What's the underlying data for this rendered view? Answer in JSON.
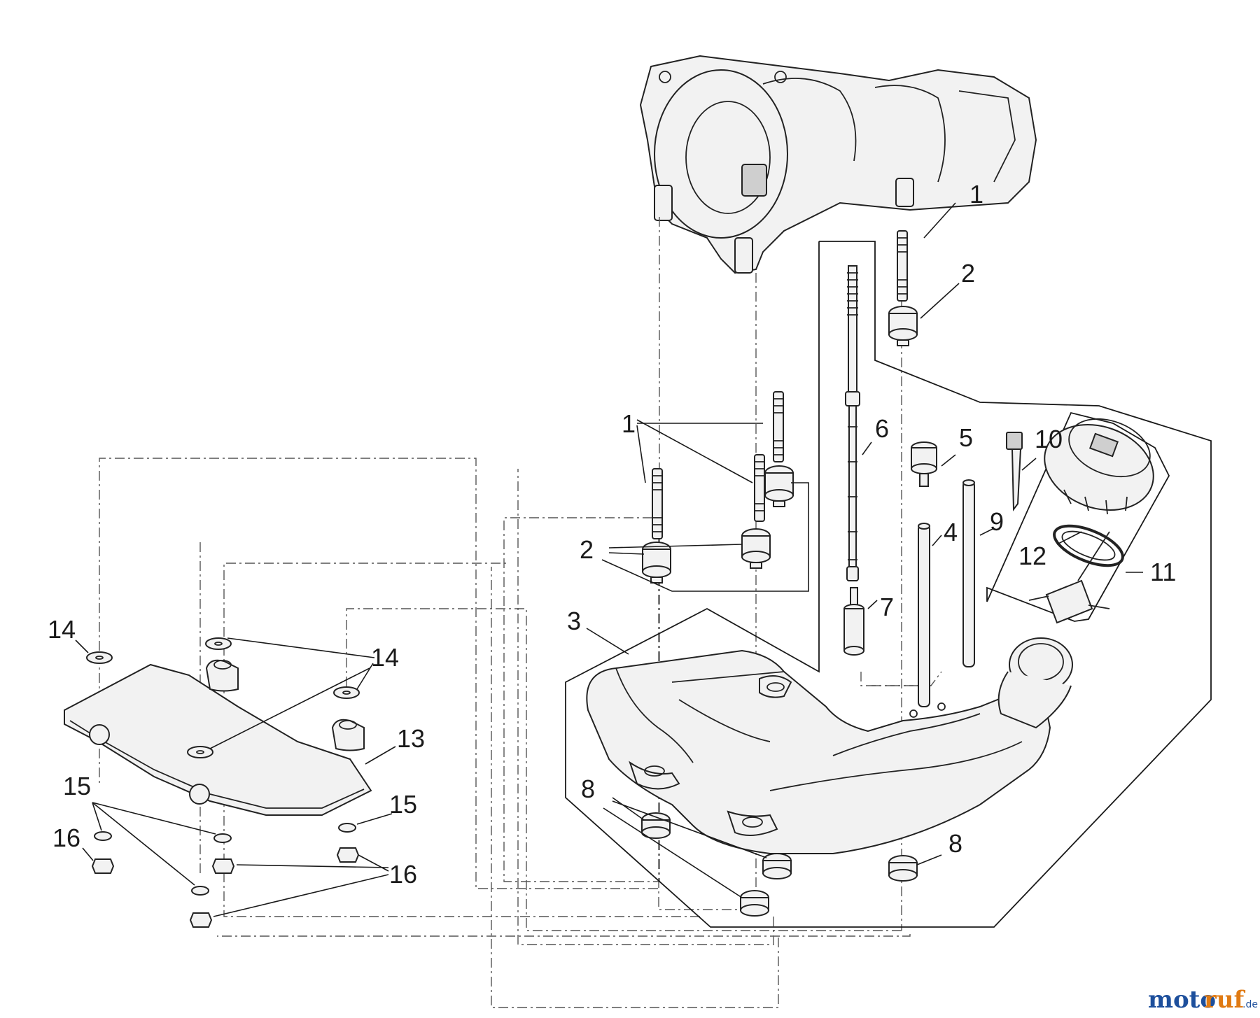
{
  "callouts": {
    "c1_top": "1",
    "c2_top": "2",
    "c1_mid": "1",
    "c2_mid": "2",
    "c3": "3",
    "c4": "4",
    "c5": "5",
    "c6": "6",
    "c7": "7",
    "c8_left": "8",
    "c8_right": "8",
    "c9": "9",
    "c10": "10",
    "c11": "11",
    "c12": "12",
    "c13": "13",
    "c14_left": "14",
    "c14_right": "14",
    "c15_left": "15",
    "c15_right": "15",
    "c16_left": "16",
    "c16_right": "16"
  },
  "watermark": {
    "part_a": "moto",
    "part_b": "ruf",
    "suffix": ".de"
  }
}
